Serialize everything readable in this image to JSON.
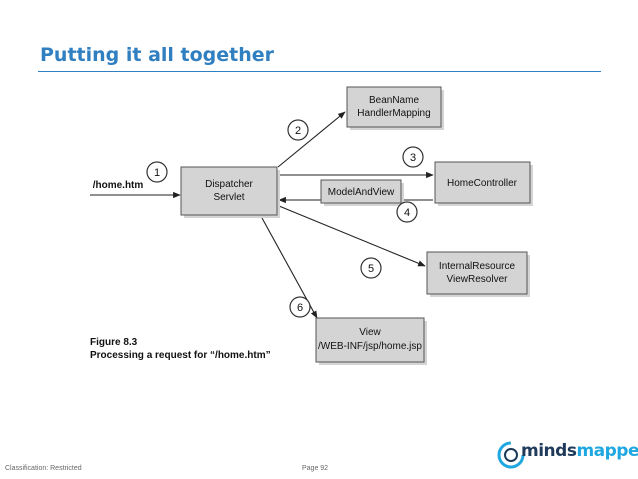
{
  "title": "Putting it all together",
  "colors": {
    "title": "#2f7fc1",
    "logo_dark": "#1f3a5a",
    "logo_accent": "#1ea7e0"
  },
  "diagram": {
    "input_label": "/home.htm",
    "dispatcher": {
      "line1": "Dispatcher",
      "line2": "Servlet"
    },
    "handler_mapping": {
      "line1": "BeanName",
      "line2": "HandlerMapping"
    },
    "controller": {
      "line1": "HomeController"
    },
    "model_and_view": {
      "line1": "ModelAndView"
    },
    "view_resolver": {
      "line1": "InternalResource",
      "line2": "ViewResolver"
    },
    "view": {
      "line1": "View",
      "line2": "/WEB-INF/jsp/home.jsp"
    },
    "steps": [
      "1",
      "2",
      "3",
      "4",
      "5",
      "6"
    ],
    "figure_number": "Figure 8.3",
    "figure_caption": "Processing a request for “/home.htm”"
  },
  "footer": {
    "classification": "Classification: Restricted",
    "page": "Page 92"
  },
  "logo": {
    "part1": "minds",
    "part2": "mapped",
    "icon": "brain-circle-icon"
  }
}
